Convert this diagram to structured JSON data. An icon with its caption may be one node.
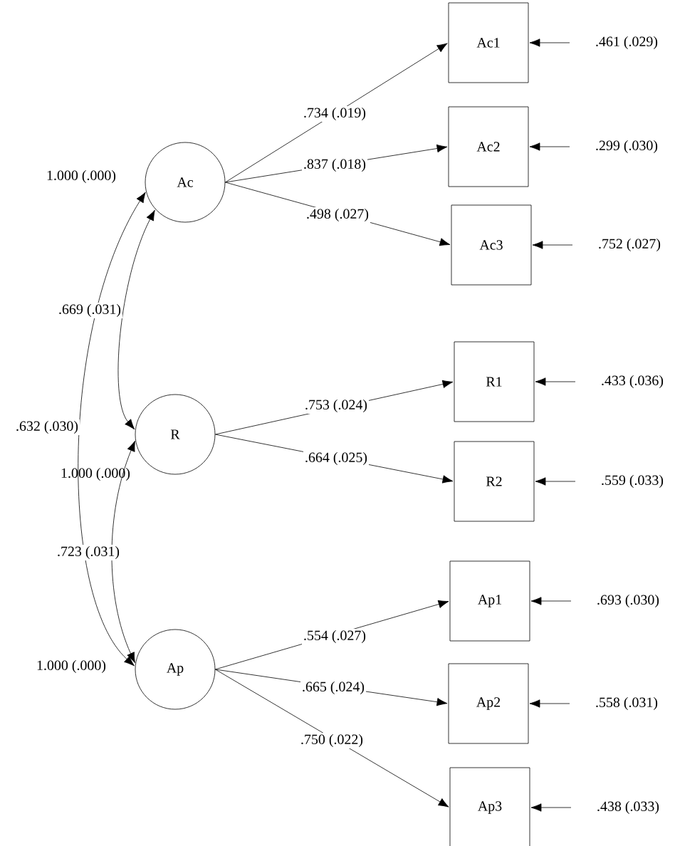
{
  "diagram": {
    "nodes": [
      {
        "text": [
          "Ac"
        ],
        "beside": [
          "1.000 (.000)"
        ]
      },
      {
        "text": [
          "R"
        ],
        "beside": [
          "1.000 (.000)"
        ]
      },
      {
        "text": [
          "Ap"
        ],
        "beside": [
          "1.000 (.000)"
        ]
      },
      {
        "text": [
          "Ac1"
        ]
      },
      {
        "text": [
          "Ac2"
        ]
      },
      {
        "text": [
          "Ac3"
        ]
      },
      {
        "text": [
          "R1"
        ]
      },
      {
        "text": [
          "R2"
        ]
      },
      {
        "text": [
          "Ap1"
        ]
      },
      {
        "text": [
          "Ap2"
        ]
      },
      {
        "text": [
          "Ap3"
        ]
      }
    ],
    "edges": [
      {
        "from": 0,
        "to": 3,
        "arrow": "to",
        "label": ".734 (.019)"
      },
      {
        "from": 0,
        "to": 4,
        "arrow": "to",
        "label": ".837 (.018)"
      },
      {
        "from": 0,
        "to": 5,
        "arrow": "to",
        "label": ".498 (.027)"
      },
      {
        "from": 1,
        "to": 6,
        "arrow": "to",
        "label": ".753 (.024)"
      },
      {
        "from": 1,
        "to": 7,
        "arrow": "to",
        "label": ".664 (.025)"
      },
      {
        "from": 2,
        "to": 8,
        "arrow": "to",
        "label": ".554 (.027)"
      },
      {
        "from": 2,
        "to": 9,
        "arrow": "to",
        "label": ".665 (.024)"
      },
      {
        "from": 2,
        "to": 10,
        "arrow": "to",
        "label": ".750 (.022)"
      },
      {
        "from": null,
        "to": 3,
        "arrow": "to",
        "label": ".461 (.029)"
      },
      {
        "from": null,
        "to": 4,
        "arrow": "to",
        "label": ".299 (.030)"
      },
      {
        "from": null,
        "to": 5,
        "arrow": "to",
        "label": ".752 (.027)"
      },
      {
        "from": null,
        "to": 6,
        "arrow": "to",
        "label": ".433 (.036)"
      },
      {
        "from": null,
        "to": 7,
        "arrow": "to",
        "label": ".559 (.033)"
      },
      {
        "from": null,
        "to": 8,
        "arrow": "to",
        "label": ".693 (.030)"
      },
      {
        "from": null,
        "to": 9,
        "arrow": "to",
        "label": ".558 (.031)"
      },
      {
        "from": null,
        "to": 10,
        "arrow": "to",
        "label": ".438 (.033)"
      },
      {
        "from": 0,
        "to": 1,
        "arrow": "both",
        "label": ".669 (.031)"
      },
      {
        "from": 0,
        "to": 2,
        "arrow": "both",
        "label": ".632 (.030)"
      },
      {
        "from": 1,
        "to": 2,
        "arrow": "both",
        "label": ".723 (.031)"
      }
    ]
  }
}
